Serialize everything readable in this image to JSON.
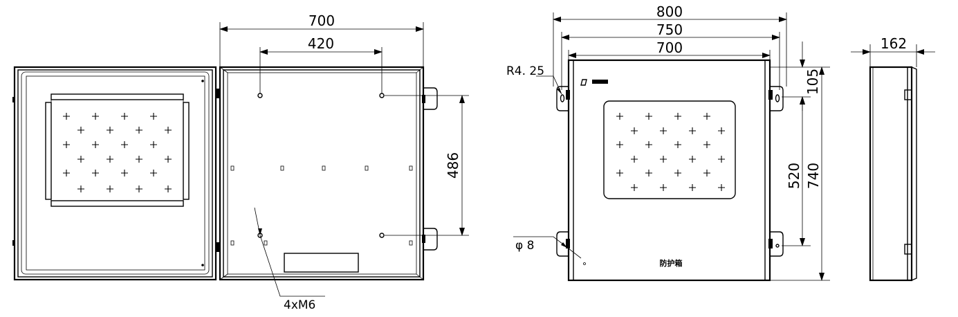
{
  "drawing": {
    "open_view": {
      "dim_width": "700",
      "dim_hole_spacing_h": "420",
      "dim_hole_spacing_v": "486",
      "hole_callout": "4xM6"
    },
    "front_view": {
      "dim_overall": "800",
      "dim_ear_spacing": "750",
      "dim_body": "700",
      "radius_callout": "R4. 25",
      "dim_top_offset": "105",
      "dim_ear_vertical": "520",
      "dim_height": "740",
      "diameter_callout": "φ 8",
      "nameplate": "防护箱"
    },
    "side_view": {
      "dim_depth": "162"
    }
  }
}
